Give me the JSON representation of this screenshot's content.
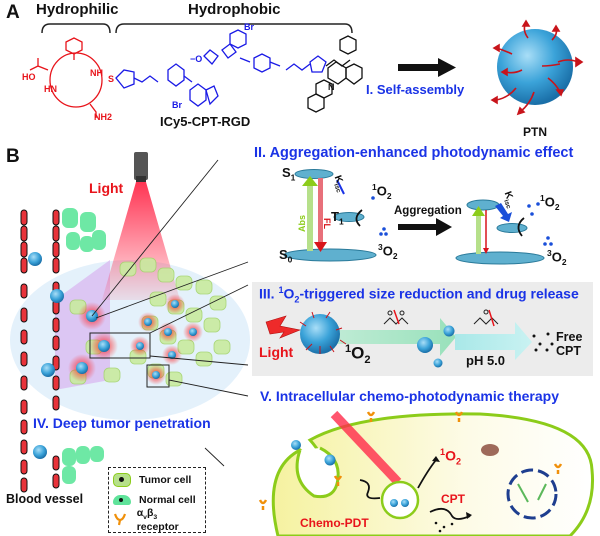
{
  "panel_a": {
    "letter": "A",
    "hydrophilic_label": "Hydrophilic",
    "hydrophobic_label": "Hydrophobic",
    "molecule_name": "ICy5-CPT-RGD",
    "step_label": "I. Self-assembly",
    "nanoparticle_label": "PTN",
    "atoms": {
      "ho": "HO",
      "hn": "HN",
      "nh": "NH",
      "s": "S",
      "br": "Br",
      "n": "N",
      "o": "O",
      "nh2": "NH2",
      "h": "H",
      "o_minus": "−O"
    }
  },
  "panel_b": {
    "letter": "B",
    "light_label": "Light",
    "blood_vessel_label": "Blood vessel",
    "section_ii": {
      "title": "II. Aggregation-enhanced photodynamic effect",
      "s1": "S",
      "s1_sub": "1",
      "s0": "S",
      "s0_sub": "0",
      "t1": "T",
      "t1_sub": "1",
      "kisc": "K",
      "kisc_sub": "isc",
      "abs": "Abs",
      "fl": "FL",
      "singlet_oxygen_sup": "1",
      "triplet_oxygen_sup": "3",
      "oxygen": "O",
      "oxygen_sub": "2",
      "aggregation": "Aggregation"
    },
    "section_iii": {
      "title_prefix": "III. ",
      "title_sup": "1",
      "title_o": "O",
      "title_sub": "2",
      "title_suffix": "-triggered size reduction and drug release",
      "light_label": "Light",
      "singlet_oxygen_sup": "1",
      "oxygen": "O",
      "oxygen_sub": "2",
      "ph_label": "pH 5.0",
      "free_cpt_line1": "Free",
      "free_cpt_line2": "CPT"
    },
    "section_iv": {
      "title": "IV. Deep tumor penetration"
    },
    "section_v": {
      "title": "V. Intracellular chemo-photodynamic therapy",
      "singlet_oxygen_sup": "1",
      "oxygen": "O",
      "oxygen_sub": "2",
      "cpt_label": "CPT",
      "chemo_pdt_label": "Chemo-PDT"
    },
    "legend": {
      "tumor_cell": "Tumor cell",
      "normal_cell": "Normal cell",
      "receptor_alpha": "α",
      "receptor_alpha_sub": "v",
      "receptor_beta": "β",
      "receptor_beta_sub": "3",
      "receptor_suffix": " receptor"
    }
  },
  "colors": {
    "hydrophilic_red": "#e8141b",
    "hydrophobic_blue": "#1a1ae6",
    "title_blue": "#1a33e6",
    "nanoparticle_blue": "#3ba3d9",
    "tumor_cell_green": "#b6e08a",
    "normal_cell_green": "#5fe39a",
    "receptor_orange": "#f0900a",
    "cell_membrane_green": "#8ccc1a",
    "nucleus_blue": "#1e3e8f",
    "panel_gray": "#ececec"
  }
}
